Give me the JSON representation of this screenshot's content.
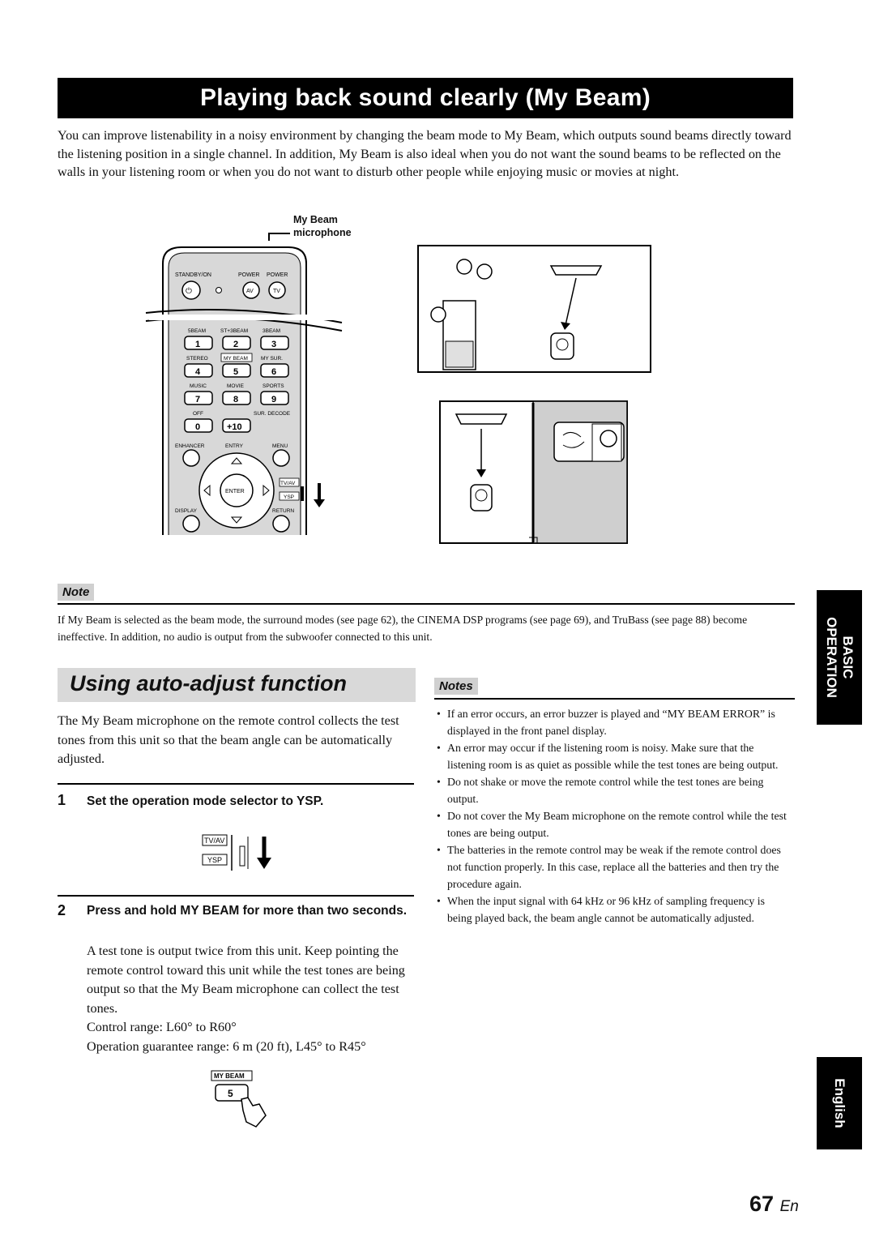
{
  "title": "Playing back sound clearly (My Beam)",
  "intro": "You can improve listenability in a noisy environment by changing the beam mode to My Beam, which outputs sound beams directly toward the listening position in a single channel. In addition, My Beam is also ideal when you do not want the sound beams to be reflected on the walls in your listening room or when you do not want to disturb other people while enjoying music or movies at night.",
  "figure": {
    "callout_line1": "My Beam",
    "callout_line2": "microphone",
    "remote": {
      "standby": "STANDBY/ON",
      "power": "POWER",
      "av": "AV",
      "tv": "TV",
      "row1_labels": [
        "5BEAM",
        "ST+3BEAM",
        "3BEAM"
      ],
      "row1_keys": [
        "1",
        "2",
        "3"
      ],
      "row2_labels": [
        "STEREO",
        "MY BEAM",
        "MY SUR."
      ],
      "row2_keys": [
        "4",
        "5",
        "6"
      ],
      "row3_labels": [
        "MUSIC",
        "MOVIE",
        "SPORTS"
      ],
      "row3_keys": [
        "7",
        "8",
        "9"
      ],
      "row4_labels": [
        "OFF",
        "SUR. DECODE"
      ],
      "row4_keys": [
        "0",
        "+10"
      ],
      "enhancer": "ENHANCER",
      "entry": "ENTRY",
      "menu": "MENU",
      "enter": "ENTER",
      "display": "DISPLAY",
      "return": "RETURN",
      "tvav": "TV/AV",
      "ysp": "YSP"
    }
  },
  "note": {
    "heading": "Note",
    "text": "If My Beam is selected as the beam mode, the surround modes (see page 62), the CINEMA DSP programs (see page 69), and TruBass (see page 88) become ineffective. In addition, no audio is output from the subwoofer connected to this unit."
  },
  "section": {
    "title": "Using auto-adjust function",
    "intro": "The My Beam microphone on the remote control collects the test tones from this unit so that the beam angle can be automatically adjusted.",
    "step1": {
      "num": "1",
      "text": "Set the operation mode selector to YSP."
    },
    "step2": {
      "num": "2",
      "text": "Press and hold MY BEAM for more than two seconds.",
      "body": "A test tone is output twice from this unit. Keep pointing the remote control toward this unit while the test tones are being output so that the My Beam microphone can collect the test tones.",
      "range1": "Control range: L60° to R60°",
      "range2": "Operation guarantee range: 6 m (20 ft), L45° to R45°"
    },
    "selector_labels": [
      "TV/AV",
      "YSP"
    ],
    "mybeam_key_label": "MY BEAM",
    "mybeam_key": "5"
  },
  "notes": {
    "heading": "Notes",
    "items": [
      "If an error occurs, an error buzzer is played and “MY BEAM ERROR” is displayed in the front panel display.",
      "An error may occur if the listening room is noisy. Make sure that the listening room is as quiet as possible while the test tones are being output.",
      "Do not shake or move the remote control while the test tones are being output.",
      "Do not cover the My Beam microphone on the remote control while the test tones are being output.",
      "The batteries in the remote control may be weak if the remote control does not function properly. In this case, replace all the batteries and then try the procedure again.",
      "When the input signal with 64 kHz or 96 kHz of sampling frequency is being played back, the beam angle cannot be automatically adjusted."
    ]
  },
  "tabs": {
    "basic": "BASIC",
    "operation": "OPERATION",
    "english": "English"
  },
  "page": {
    "number": "67",
    "lang": "En"
  }
}
